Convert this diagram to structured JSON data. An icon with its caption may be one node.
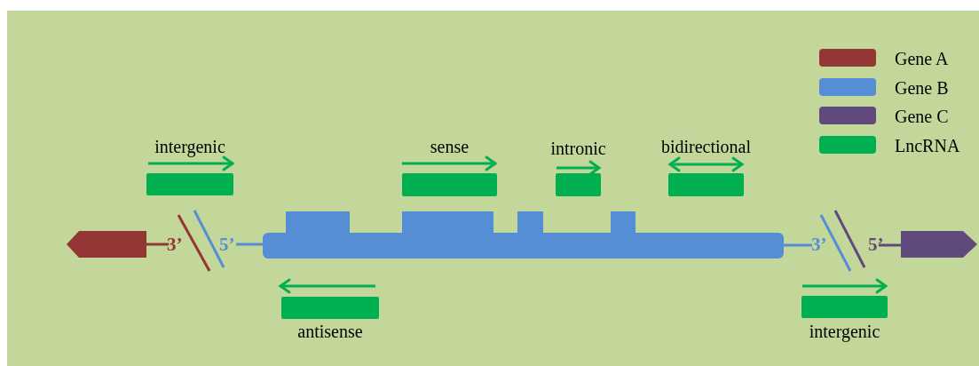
{
  "diagram": {
    "nodes": [
      {
        "text": [],
        "shape": "arrow",
        "beside": [
          "3’"
        ]
      },
      {
        "text": [],
        "shape": "bar",
        "beside": [
          "5’",
          "3’"
        ]
      },
      {
        "text": [],
        "shape": "arrow",
        "beside": [
          "5’"
        ]
      },
      {
        "text": [
          "intergenic"
        ]
      },
      {
        "text": [
          "sense"
        ]
      },
      {
        "text": [
          "intronic"
        ]
      },
      {
        "text": [
          "bidirectional"
        ]
      },
      {
        "text": [
          "antisense"
        ]
      },
      {
        "text": [
          "intergenic"
        ]
      }
    ],
    "legend": [
      {
        "text": "Gene A",
        "color": "#943634"
      },
      {
        "text": "Gene B",
        "color": "#558ed5"
      },
      {
        "text": "Gene C",
        "color": "#604a7b"
      },
      {
        "text": "LncRNA",
        "color": "#00b050"
      }
    ]
  }
}
